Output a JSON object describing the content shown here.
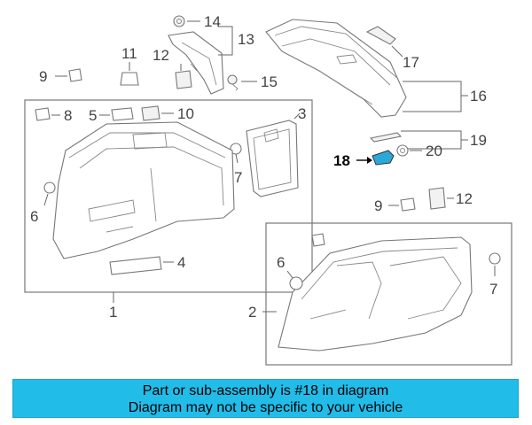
{
  "diagram": {
    "callouts": {
      "c1": "1",
      "c2": "2",
      "c3": "3",
      "c4": "4",
      "c5": "5",
      "c6a": "6",
      "c6b": "6",
      "c7a": "7",
      "c7b": "7",
      "c8": "8",
      "c9a": "9",
      "c9b": "9",
      "c10": "10",
      "c11": "11",
      "c12a": "12",
      "c12b": "12",
      "c13": "13",
      "c14": "14",
      "c15": "15",
      "c16": "16",
      "c17": "17",
      "c18": "18",
      "c19": "19",
      "c20": "20"
    },
    "highlight_part": "18",
    "highlight_color": "#2aa8d8"
  },
  "banner": {
    "line1": "Part or sub-assembly is #18 in diagram",
    "line2": "Diagram may not be specific to your vehicle",
    "background": "#22bce9"
  }
}
